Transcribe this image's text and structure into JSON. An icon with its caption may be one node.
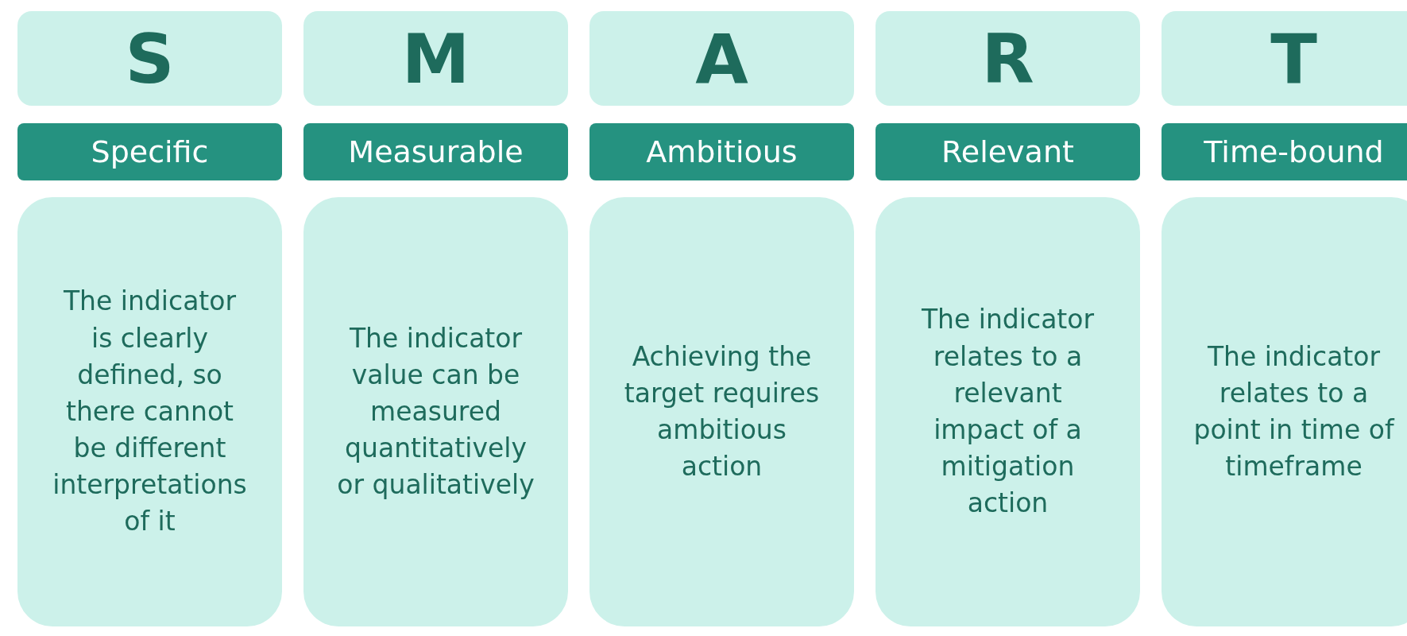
{
  "diagram": {
    "nodes": [
      {
        "text": [
          "S"
        ]
      },
      {
        "text": [
          "Specific"
        ]
      },
      {
        "text": [
          "The indicator is clearly defined, so there cannot be different interpretations of it"
        ]
      },
      {
        "text": [
          "M"
        ]
      },
      {
        "text": [
          "Measurable"
        ]
      },
      {
        "text": [
          "The indicator value can be measured quantitatively or qualitatively"
        ]
      },
      {
        "text": [
          "A"
        ]
      },
      {
        "text": [
          "Ambitious"
        ]
      },
      {
        "text": [
          "Achieving the target requires ambitious action"
        ]
      },
      {
        "text": [
          "R"
        ]
      },
      {
        "text": [
          "Relevant"
        ]
      },
      {
        "text": [
          "The indicator relates to a relevant impact of a mitigation action"
        ]
      },
      {
        "text": [
          "T"
        ]
      },
      {
        "text": [
          "Time-bound"
        ]
      },
      {
        "text": [
          "The indicator relates to a point in time of timeframe"
        ]
      }
    ]
  }
}
